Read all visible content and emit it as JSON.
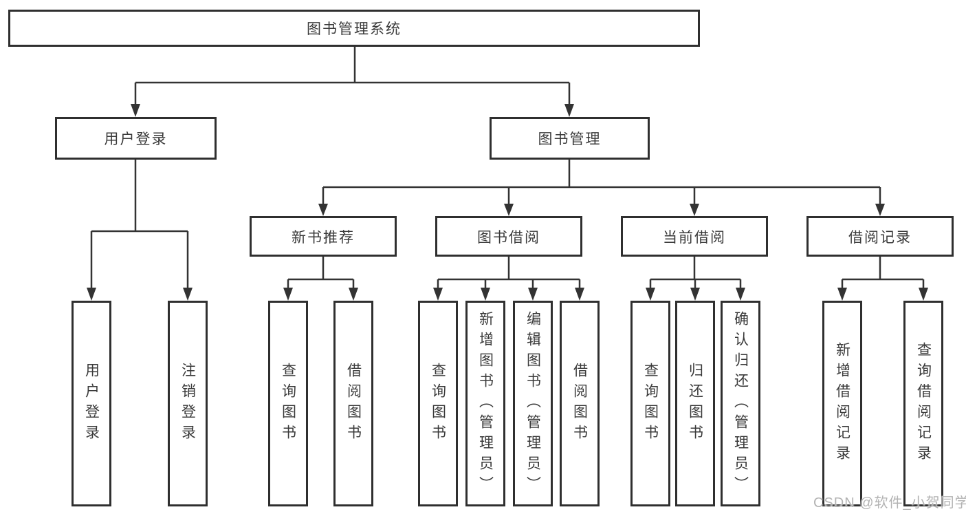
{
  "diagram": {
    "root": {
      "label": "图书管理系统"
    },
    "level2": [
      {
        "label": "用户登录",
        "parent": "图书管理系统"
      },
      {
        "label": "图书管理",
        "parent": "图书管理系统"
      }
    ],
    "level3": [
      {
        "label": "新书推荐",
        "parent": "图书管理"
      },
      {
        "label": "图书借阅",
        "parent": "图书管理"
      },
      {
        "label": "当前借阅",
        "parent": "图书管理"
      },
      {
        "label": "借阅记录",
        "parent": "图书管理"
      }
    ],
    "leaves": [
      {
        "label": "用户登录",
        "parent": "用户登录"
      },
      {
        "label": "注销登录",
        "parent": "用户登录"
      },
      {
        "label": "查询图书",
        "parent": "新书推荐"
      },
      {
        "label": "借阅图书",
        "parent": "新书推荐"
      },
      {
        "label": "查询图书",
        "parent": "图书借阅"
      },
      {
        "label": "新增图书（管理员）",
        "parent": "图书借阅"
      },
      {
        "label": "编辑图书（管理员）",
        "parent": "图书借阅"
      },
      {
        "label": "借阅图书",
        "parent": "图书借阅"
      },
      {
        "label": "查询图书",
        "parent": "当前借阅"
      },
      {
        "label": "归还图书",
        "parent": "当前借阅"
      },
      {
        "label": "确认归还（管理员）",
        "parent": "当前借阅"
      },
      {
        "label": "新增借阅记录",
        "parent": "借阅记录"
      },
      {
        "label": "查询借阅记录",
        "parent": "借阅记录"
      }
    ]
  },
  "watermark": {
    "text": "CSDN @软件_小贺同学"
  },
  "colors": {
    "line": "#333333",
    "box_border": "#2f2f2f",
    "text": "#3a3a3a",
    "watermark": "#b3b3b3",
    "background": "#ffffff"
  }
}
